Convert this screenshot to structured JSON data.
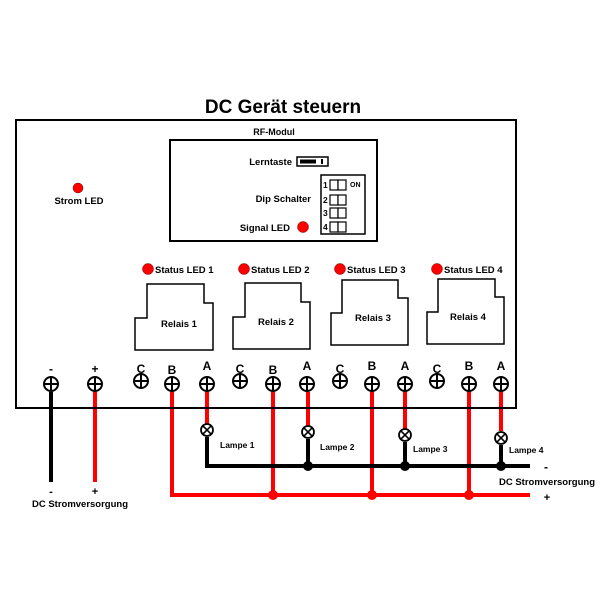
{
  "title": "DC Gerät steuern",
  "colors": {
    "positive_wire": "#ff0000",
    "negative_wire": "#000000",
    "led": "#ff0000",
    "outline": "#000000"
  },
  "device": {
    "power_led_label": "Strom LED",
    "rf_module": {
      "label": "RF-Modul",
      "learn_button_label": "Lerntaste",
      "dip_switch_label": "Dip Schalter",
      "dip_on_label": "ON",
      "dip_positions": [
        "1",
        "2",
        "3",
        "4"
      ],
      "signal_led_label": "Signal LED"
    },
    "relays": [
      {
        "led_label": "Status LED 1",
        "label": "Relais 1"
      },
      {
        "led_label": "Status LED 2",
        "label": "Relais 2"
      },
      {
        "led_label": "Status LED 3",
        "label": "Relais 3"
      },
      {
        "led_label": "Status LED 4",
        "label": "Relais 4"
      }
    ],
    "power_terminals": [
      {
        "label": "-"
      },
      {
        "label": "+"
      }
    ],
    "relay_terminals": [
      {
        "label": "C"
      },
      {
        "label": "B"
      },
      {
        "label": "A"
      },
      {
        "label": "C"
      },
      {
        "label": "B"
      },
      {
        "label": "A"
      },
      {
        "label": "C"
      },
      {
        "label": "B"
      },
      {
        "label": "A"
      },
      {
        "label": "C"
      },
      {
        "label": "B"
      },
      {
        "label": "A"
      }
    ]
  },
  "lamps": [
    {
      "label": "Lampe 1"
    },
    {
      "label": "Lampe 2"
    },
    {
      "label": "Lampe 3"
    },
    {
      "label": "Lampe 4"
    }
  ],
  "power_supply_left": {
    "minus": "-",
    "plus": "+",
    "label": "DC Stromversorgung"
  },
  "power_supply_right": {
    "minus": "-",
    "plus": "+",
    "label": "DC Stromversorgung"
  }
}
